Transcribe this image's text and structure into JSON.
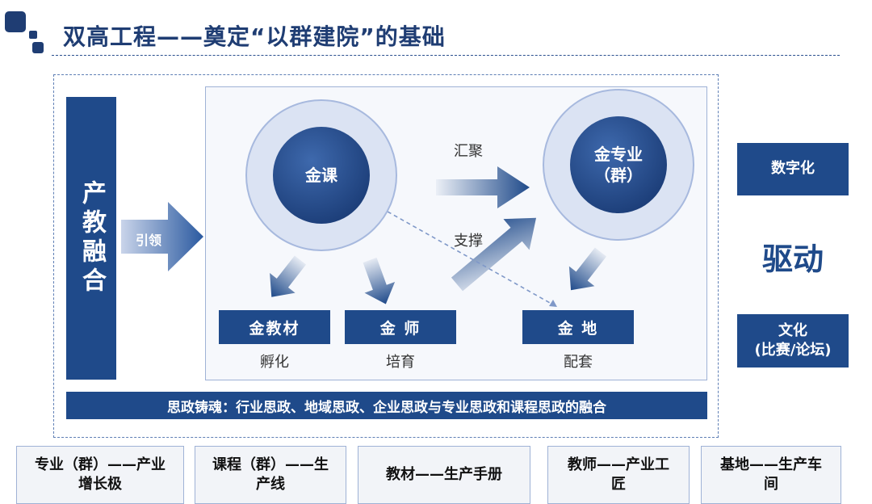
{
  "title": "双高工程——奠定“以群建院”的基础",
  "left_bar": "产教融合",
  "lead_arrow_label": "引领",
  "circles": {
    "course": "金课",
    "major_line1": "金专业",
    "major_line2": "（群）"
  },
  "arrow_labels": {
    "gather": "汇聚",
    "support": "支撑"
  },
  "nodes": [
    {
      "label": "金教材",
      "sub": "孵化"
    },
    {
      "label": "金 师",
      "sub": "培育"
    },
    {
      "label": "金 地",
      "sub": "配套"
    }
  ],
  "bottom_bar": "思政铸魂：行业思政、地域思政、企业思政与专业思政和课程思政的融合",
  "right": {
    "digital": "数字化",
    "drive": "驱动",
    "culture_line1": "文化",
    "culture_line2": "(比赛/论坛)"
  },
  "footer": [
    {
      "line1": "专业（群）——产业",
      "line2": "增长极"
    },
    {
      "line1": "课程（群）——生",
      "line2": "产线"
    },
    {
      "line1": "教材——生产手册",
      "line2": ""
    },
    {
      "line1": "教师——产业工",
      "line2": "匠"
    },
    {
      "line1": "基地——生产车",
      "line2": "间"
    }
  ],
  "colors": {
    "primary": "#1f4a8a",
    "title": "#1f3d73",
    "circle_ring": "#dbe3f3"
  }
}
